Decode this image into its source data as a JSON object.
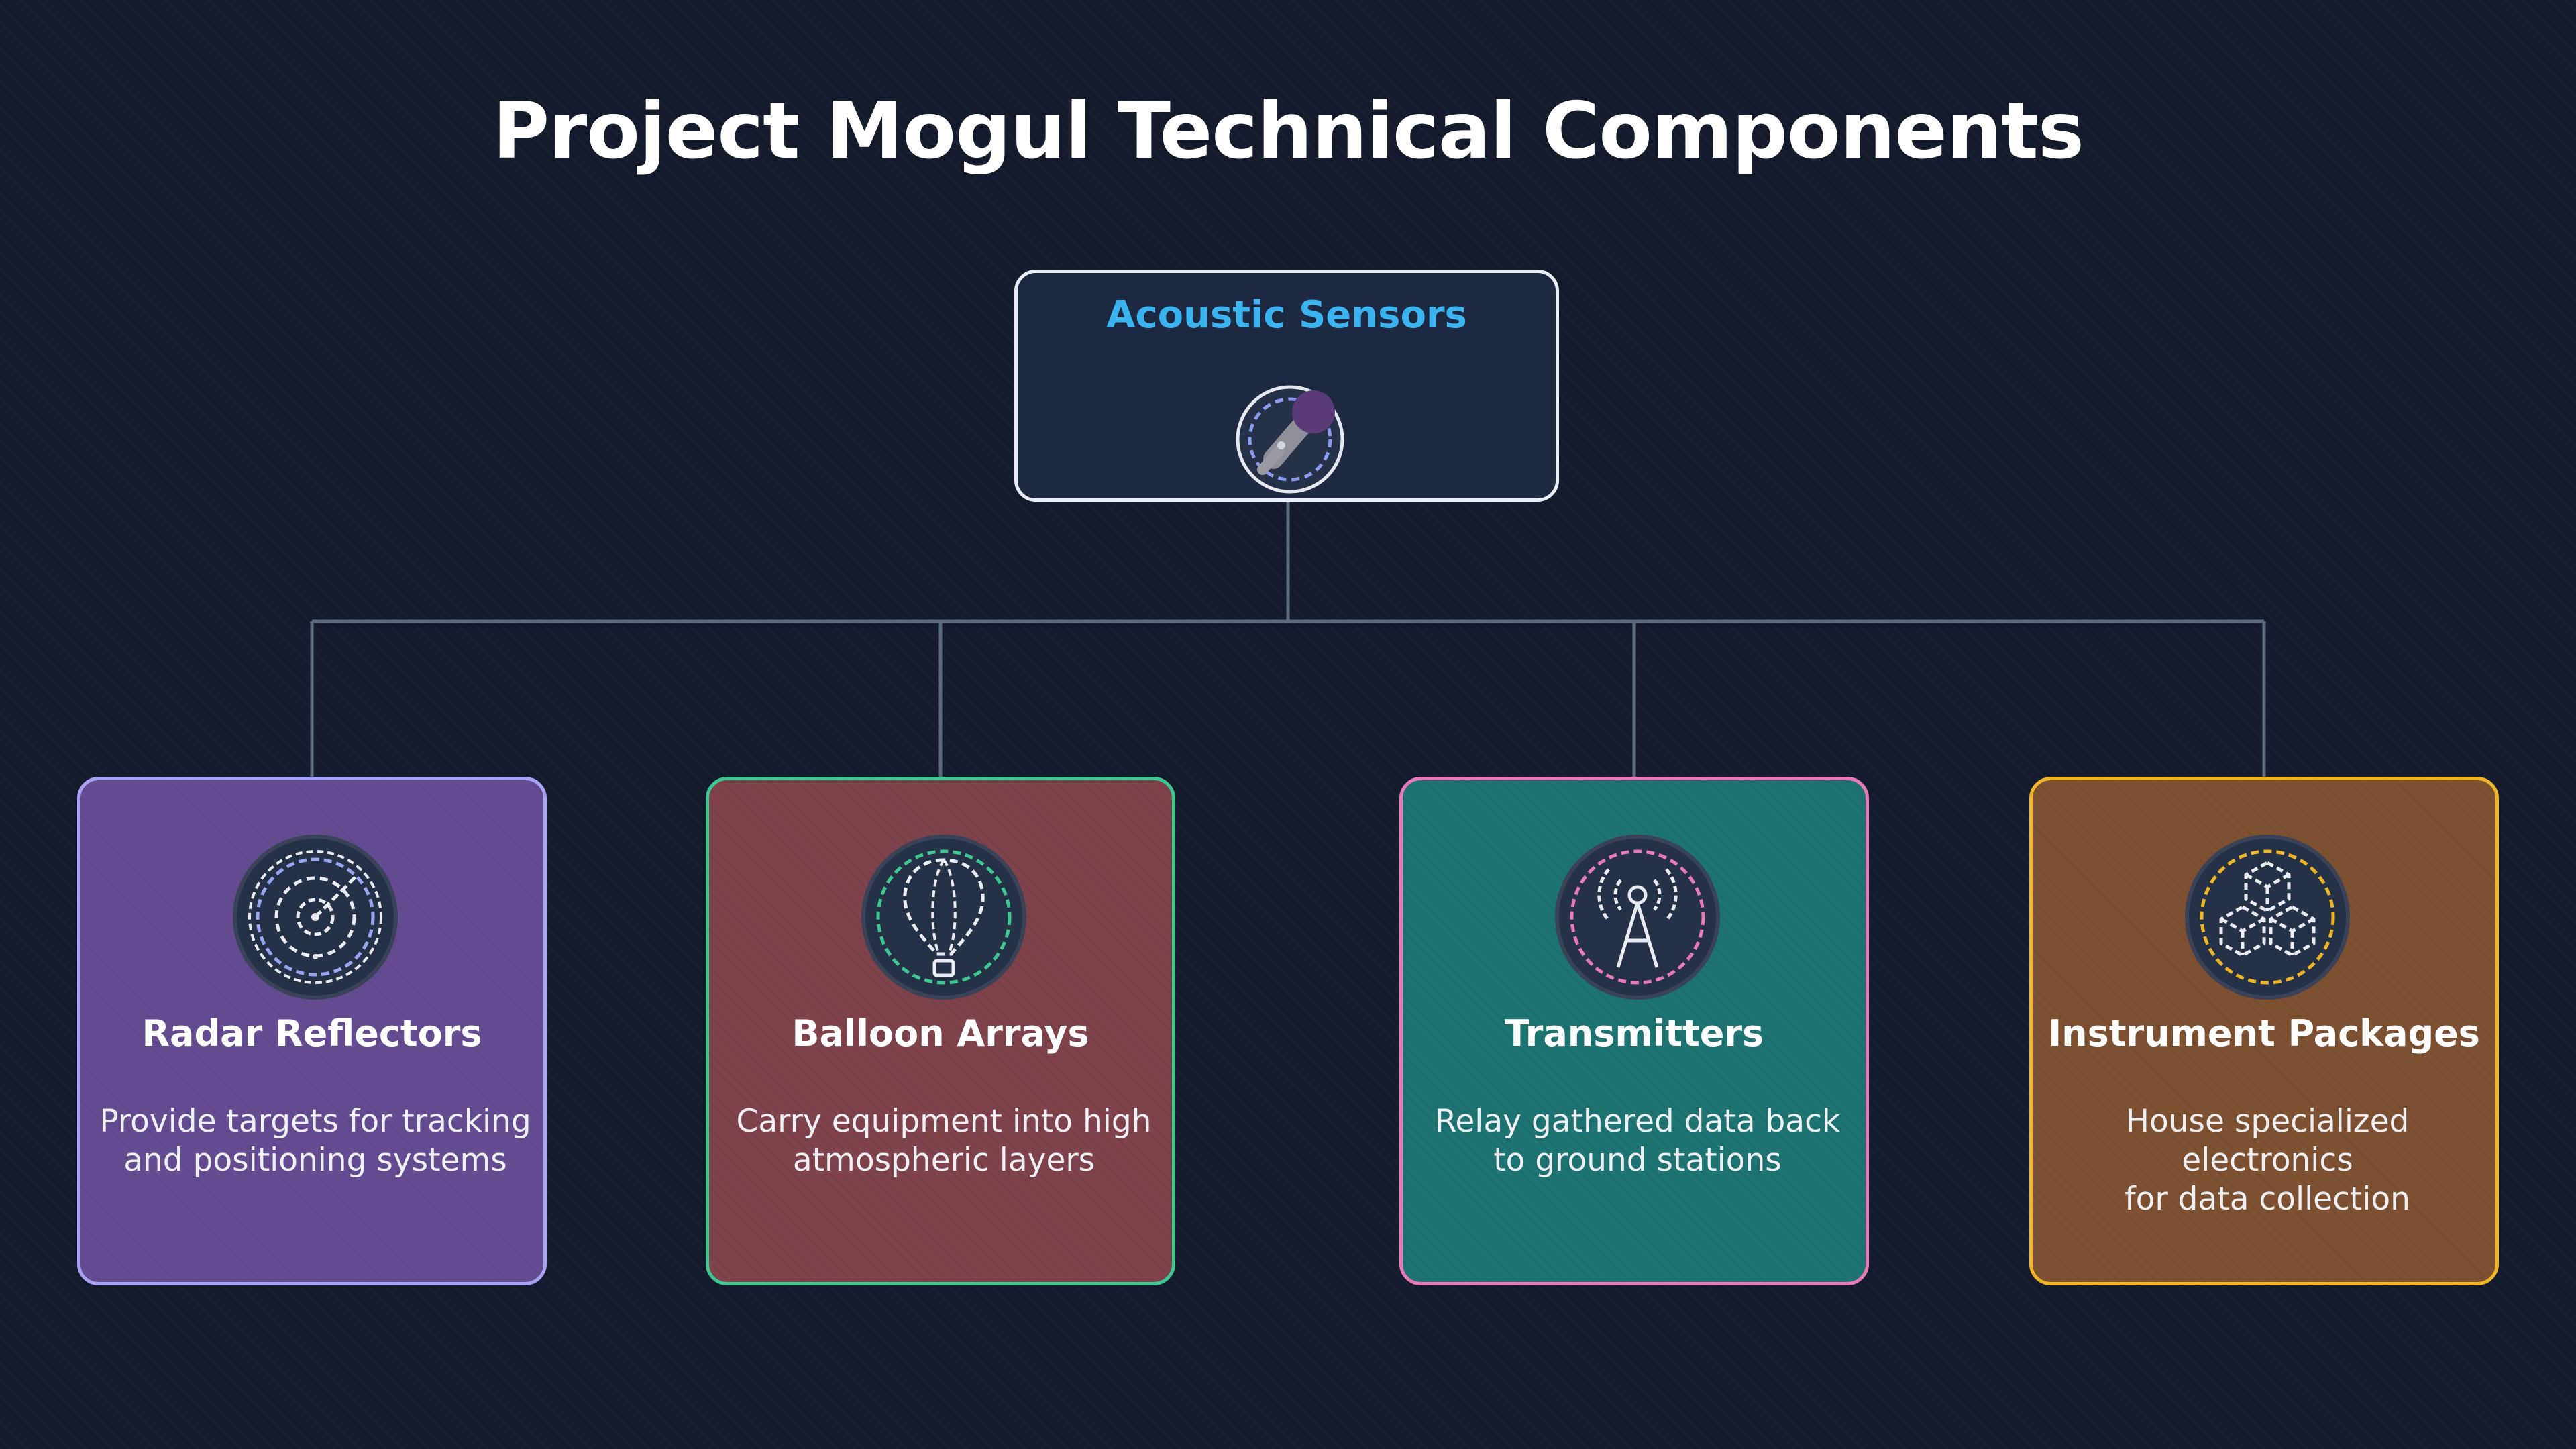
{
  "title": "Project Mogul Technical Components",
  "root": {
    "label": "Acoustic Sensors",
    "icon": "microphone-icon",
    "border_color": "#e9edf5",
    "label_color": "#3bb3f0"
  },
  "children": [
    {
      "title": "Radar Reflectors",
      "desc_line1": "Provide targets for tracking",
      "desc_line2": "and positioning systems",
      "icon": "radar-icon",
      "bg": "#654c92",
      "border": "#a6a2f4"
    },
    {
      "title": "Balloon Arrays",
      "desc_line1": "Carry equipment into high",
      "desc_line2": "atmospheric layers",
      "icon": "balloon-icon",
      "bg": "#80434c",
      "border": "#3fc792"
    },
    {
      "title": "Transmitters",
      "desc_line1": "Relay gathered data back",
      "desc_line2": "to ground stations",
      "icon": "antenna-icon",
      "bg": "#1d7472",
      "border": "#e87ab8"
    },
    {
      "title": "Instrument Packages",
      "desc_line1": "House specialized electronics",
      "desc_line2": "for data collection",
      "icon": "cubes-icon",
      "bg": "#7d5131",
      "border": "#f0b527"
    }
  ]
}
